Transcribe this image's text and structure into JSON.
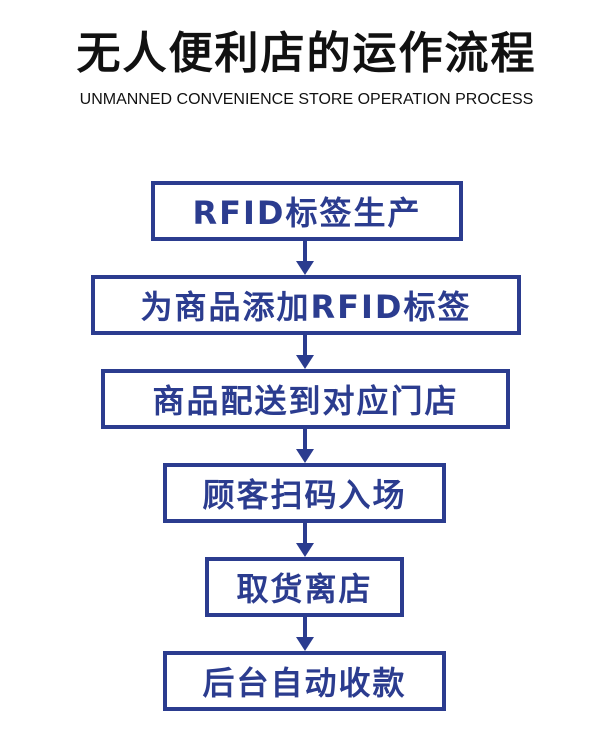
{
  "header": {
    "title": "无人便利店的运作流程",
    "subtitle": "UNMANNED CONVENIENCE STORE OPERATION PROCESS"
  },
  "steps": [
    {
      "label": "RFID标签生产"
    },
    {
      "label": "为商品添加RFID标签"
    },
    {
      "label": "商品配送到对应门店"
    },
    {
      "label": "顾客扫码入场"
    },
    {
      "label": "取货离店"
    },
    {
      "label": "后台自动收款"
    }
  ],
  "colors": {
    "accent": "#2b3c8f",
    "text": "#111111",
    "background": "#ffffff"
  }
}
